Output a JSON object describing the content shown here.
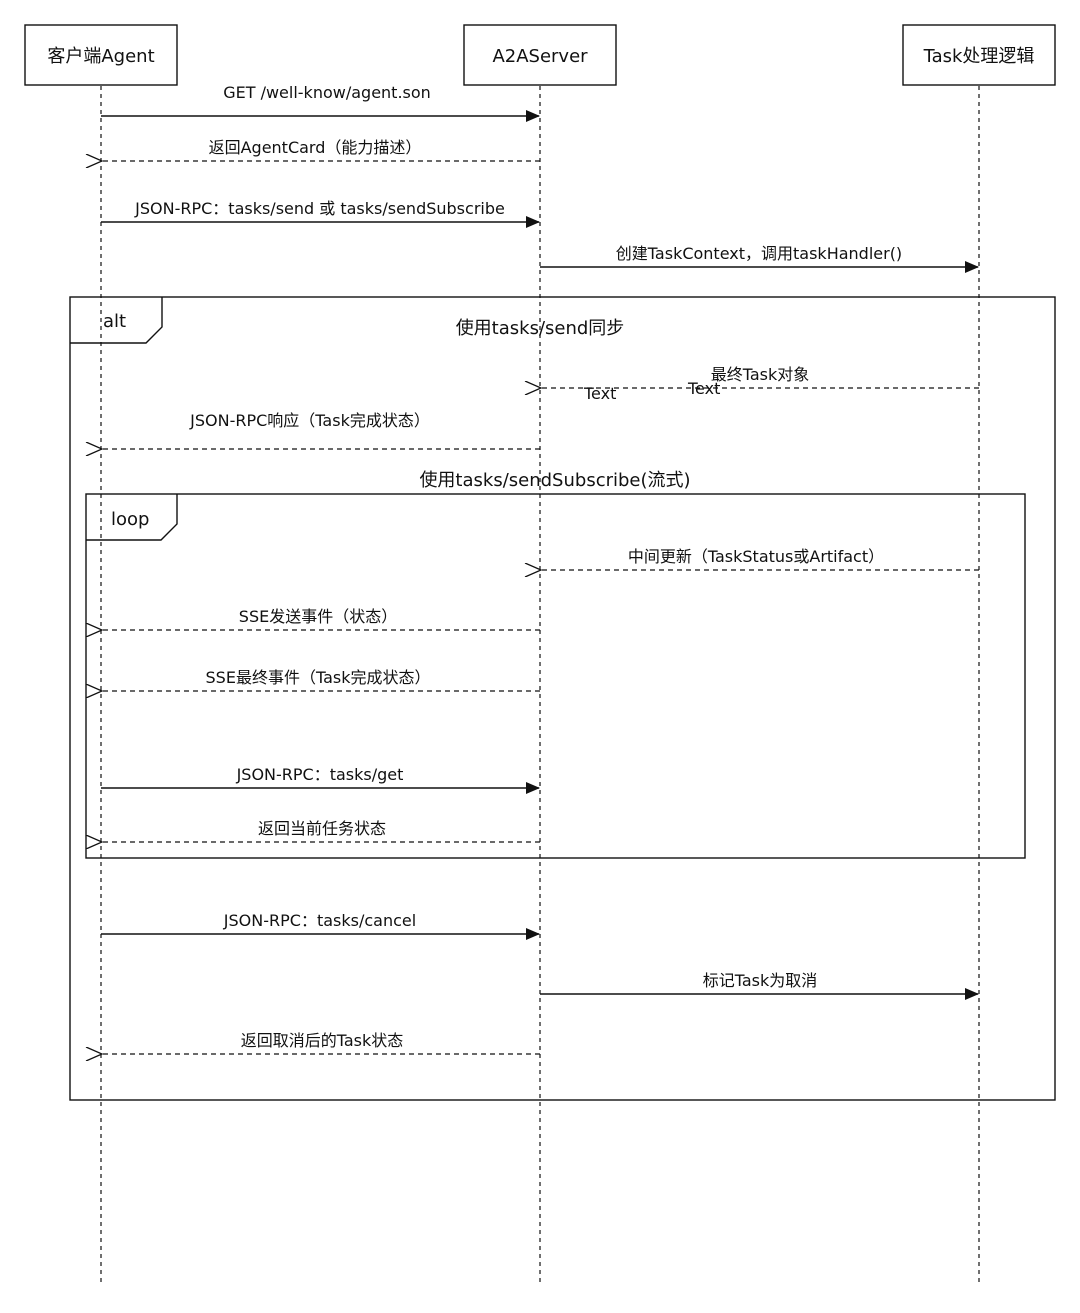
{
  "participants": [
    {
      "id": "client",
      "label": "客户端Agent"
    },
    {
      "id": "server",
      "label": "A2AServer"
    },
    {
      "id": "task",
      "label": "Task处理逻辑"
    }
  ],
  "messages": [
    {
      "id": "m1",
      "text": "GET /well-know/agent.son",
      "from": "client",
      "to": "server",
      "style": "solid"
    },
    {
      "id": "m2",
      "text": "返回AgentCard（能力描述）",
      "from": "server",
      "to": "client",
      "style": "dashed"
    },
    {
      "id": "m3",
      "text": "JSON-RPC：tasks/send 或 tasks/sendSubscribe",
      "from": "client",
      "to": "server",
      "style": "solid"
    },
    {
      "id": "m4",
      "text": "创建TaskContext，调用taskHandler()",
      "from": "server",
      "to": "task",
      "style": "solid"
    },
    {
      "id": "m5",
      "text": "最终Task对象",
      "from": "task",
      "to": "server",
      "style": "dashed"
    },
    {
      "id": "m6",
      "text": "JSON-RPC响应（Task完成状态）",
      "from": "server",
      "to": "client",
      "style": "dashed"
    },
    {
      "id": "m7",
      "text": "中间更新（TaskStatus或Artifact）",
      "from": "task",
      "to": "server",
      "style": "dashed"
    },
    {
      "id": "m8",
      "text": "SSE发送事件（状态）",
      "from": "server",
      "to": "client",
      "style": "dashed"
    },
    {
      "id": "m9",
      "text": "SSE最终事件（Task完成状态）",
      "from": "server",
      "to": "client",
      "style": "dashed"
    },
    {
      "id": "m10",
      "text": "JSON-RPC：tasks/get",
      "from": "client",
      "to": "server",
      "style": "solid"
    },
    {
      "id": "m11",
      "text": "返回当前任务状态",
      "from": "server",
      "to": "client",
      "style": "dashed"
    },
    {
      "id": "m12",
      "text": "JSON-RPC：tasks/cancel",
      "from": "client",
      "to": "server",
      "style": "solid"
    },
    {
      "id": "m13",
      "text": "标记Task为取消",
      "from": "server",
      "to": "task",
      "style": "solid"
    },
    {
      "id": "m14",
      "text": "返回取消后的Task状态",
      "from": "server",
      "to": "client",
      "style": "dashed"
    }
  ],
  "frames": {
    "alt": {
      "tag": "alt",
      "condition1": "使用tasks/send同步",
      "condition2": "使用tasks/sendSubscribe(流式)"
    },
    "loop": {
      "tag": "loop"
    }
  },
  "stray_labels": [
    "Text",
    "Text"
  ]
}
